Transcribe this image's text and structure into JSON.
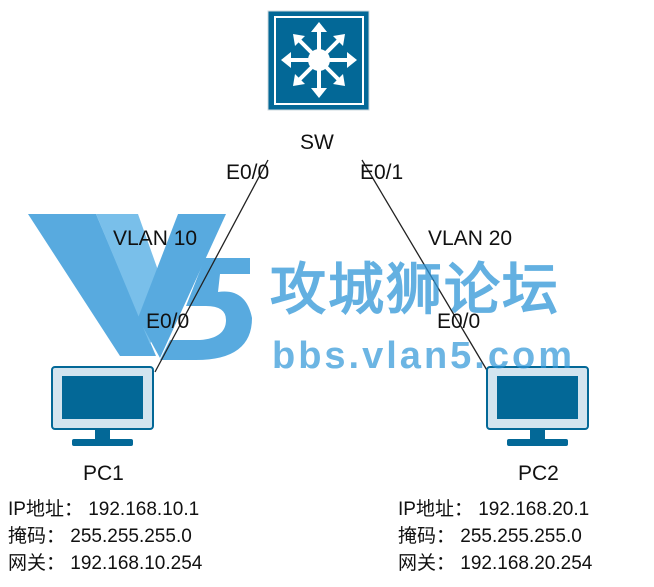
{
  "switch": {
    "label": "SW",
    "port_left": "E0/0",
    "port_right": "E0/1"
  },
  "links": [
    {
      "vlan": "VLAN 10",
      "pc_port": "E0/0"
    },
    {
      "vlan": "VLAN 20",
      "pc_port": "E0/0"
    }
  ],
  "pcs": [
    {
      "name": "PC1",
      "ip": "IP地址：  192.168.10.1",
      "mask": "掩码：  255.255.255.0",
      "gateway": "网关：  192.168.10.254"
    },
    {
      "name": "PC2",
      "ip": "IP地址：  192.168.20.1",
      "mask": "掩码：  255.255.255.0",
      "gateway": "网关：  192.168.20.254"
    }
  ],
  "watermark": {
    "title": "攻城狮论坛",
    "url": "bbs.vlan5.com"
  },
  "colors": {
    "device_dark": "#036897",
    "device_light": "#d3e4ef",
    "watermark": "#2f96d8"
  },
  "icons": {
    "switch": "multilayer-switch-icon",
    "pc": "pc-monitor-icon"
  }
}
